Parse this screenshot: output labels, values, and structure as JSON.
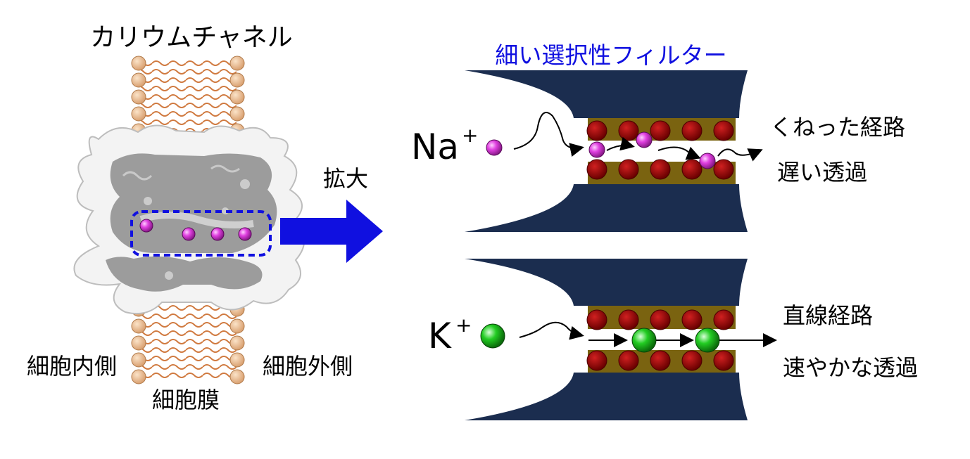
{
  "left_panel": {
    "title": "カリウムチャネル",
    "label_inside": "細胞内側",
    "label_outside": "細胞外側",
    "label_membrane": "細胞膜",
    "zoom_label": "拡大",
    "ion_color": "#e040e0"
  },
  "right_panel": {
    "title": "細い選択性フィルター",
    "title_color": "#1010e0",
    "na": {
      "ion_symbol": "Na",
      "charge": "+",
      "ion_color": "#e040e0",
      "path_label": "くねった経路",
      "speed_label": "遅い透過"
    },
    "k": {
      "ion_symbol": "K",
      "charge": "+",
      "ion_color": "#22cc22",
      "path_label": "直線経路",
      "speed_label": "速やかな透過"
    },
    "protein_color": "#1b2d4f",
    "filter_band_color": "#7a6310",
    "oxygen_color": "#a80000"
  }
}
